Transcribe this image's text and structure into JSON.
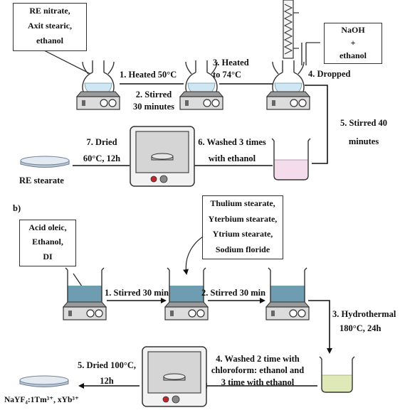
{
  "part_b_label": "b)",
  "top": {
    "reagents": [
      "RE nitrate,",
      "Axit stearic,",
      "ethanol"
    ],
    "additive": [
      "NaOH",
      "+",
      "ethanol"
    ],
    "steps": {
      "heated_50": "1. Heated 50°C",
      "stirred_30": [
        "2. Stirred",
        "30 minutes"
      ],
      "heated_74": [
        "3. Heated",
        "to 74°C"
      ],
      "dropped": "4. Dropped",
      "stirred_40": [
        "5. Stirred 40",
        "minutes"
      ],
      "washed": [
        "6. Washed 3 times",
        "with  ethanol"
      ],
      "dried": [
        "7. Dried",
        "60°C, 12h"
      ]
    },
    "product": "RE stearate"
  },
  "bottom": {
    "reagents": [
      "Acid oleic,",
      "Ethanol,",
      "DI"
    ],
    "additives": [
      "Thulium stearate,",
      "Yterbium stearate,",
      "Ytrium stearate,",
      "Sodium floride"
    ],
    "steps": {
      "stirred_1": "1. Stirred 30 min",
      "stirred_2": "2. Stirred 30 min",
      "hydrothermal": [
        "3. Hydrothermal",
        "180°C, 24h"
      ],
      "washed": [
        "4. Washed 2 time with",
        "chloroform: ethanol and",
        "3 time with ethanol"
      ],
      "dried": [
        "5. Dried 100°C,",
        "12h"
      ]
    },
    "product": "NaYF₄:1Tm³⁺, xYb³⁺"
  },
  "colors": {
    "flask_liquid": "#cfe6f3",
    "top_beaker_liquid": "#f5dcec",
    "bottom_beaker_liquid": "#6e9cb0",
    "final_beaker_liquid": "#dfe9b7",
    "knob": "#c0272d"
  }
}
